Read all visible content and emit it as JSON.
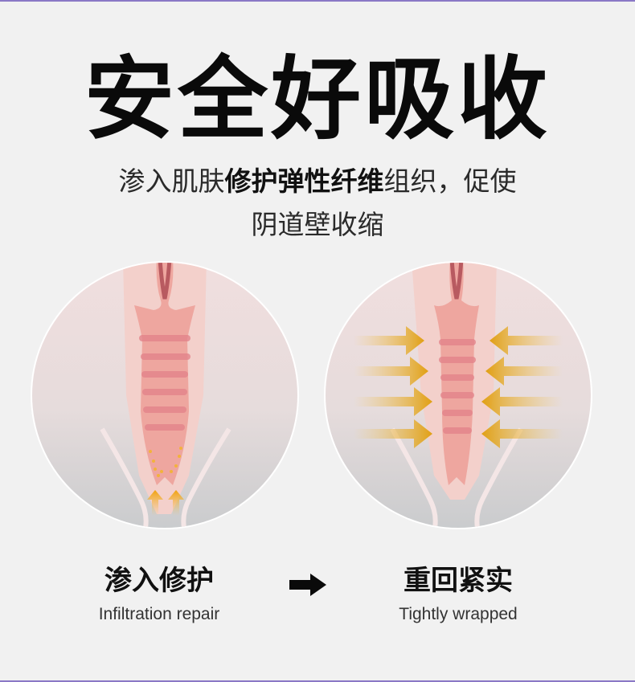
{
  "headline": "安全好吸收",
  "subtitle": {
    "line1_pre": "渗入肌肤",
    "line1_bold": "修护弹性纤维",
    "line1_post": "组织，促使",
    "line2": "阴道壁收缩"
  },
  "steps": [
    {
      "title_zh": "渗入修护",
      "title_en": "Infiltration repair",
      "illustration": "infiltration-diagram"
    },
    {
      "title_zh": "重回紧实",
      "title_en": "Tightly wrapped",
      "illustration": "tightening-diagram"
    }
  ],
  "flow_icon": "right-arrow-icon",
  "colors": {
    "tissue_pink": "#f0b6ae",
    "fold_red": "#e07f86",
    "arrow_gold": "#e3a21a",
    "circle_bg": "#ece3e3",
    "frame_purple": "#8a78c6"
  }
}
